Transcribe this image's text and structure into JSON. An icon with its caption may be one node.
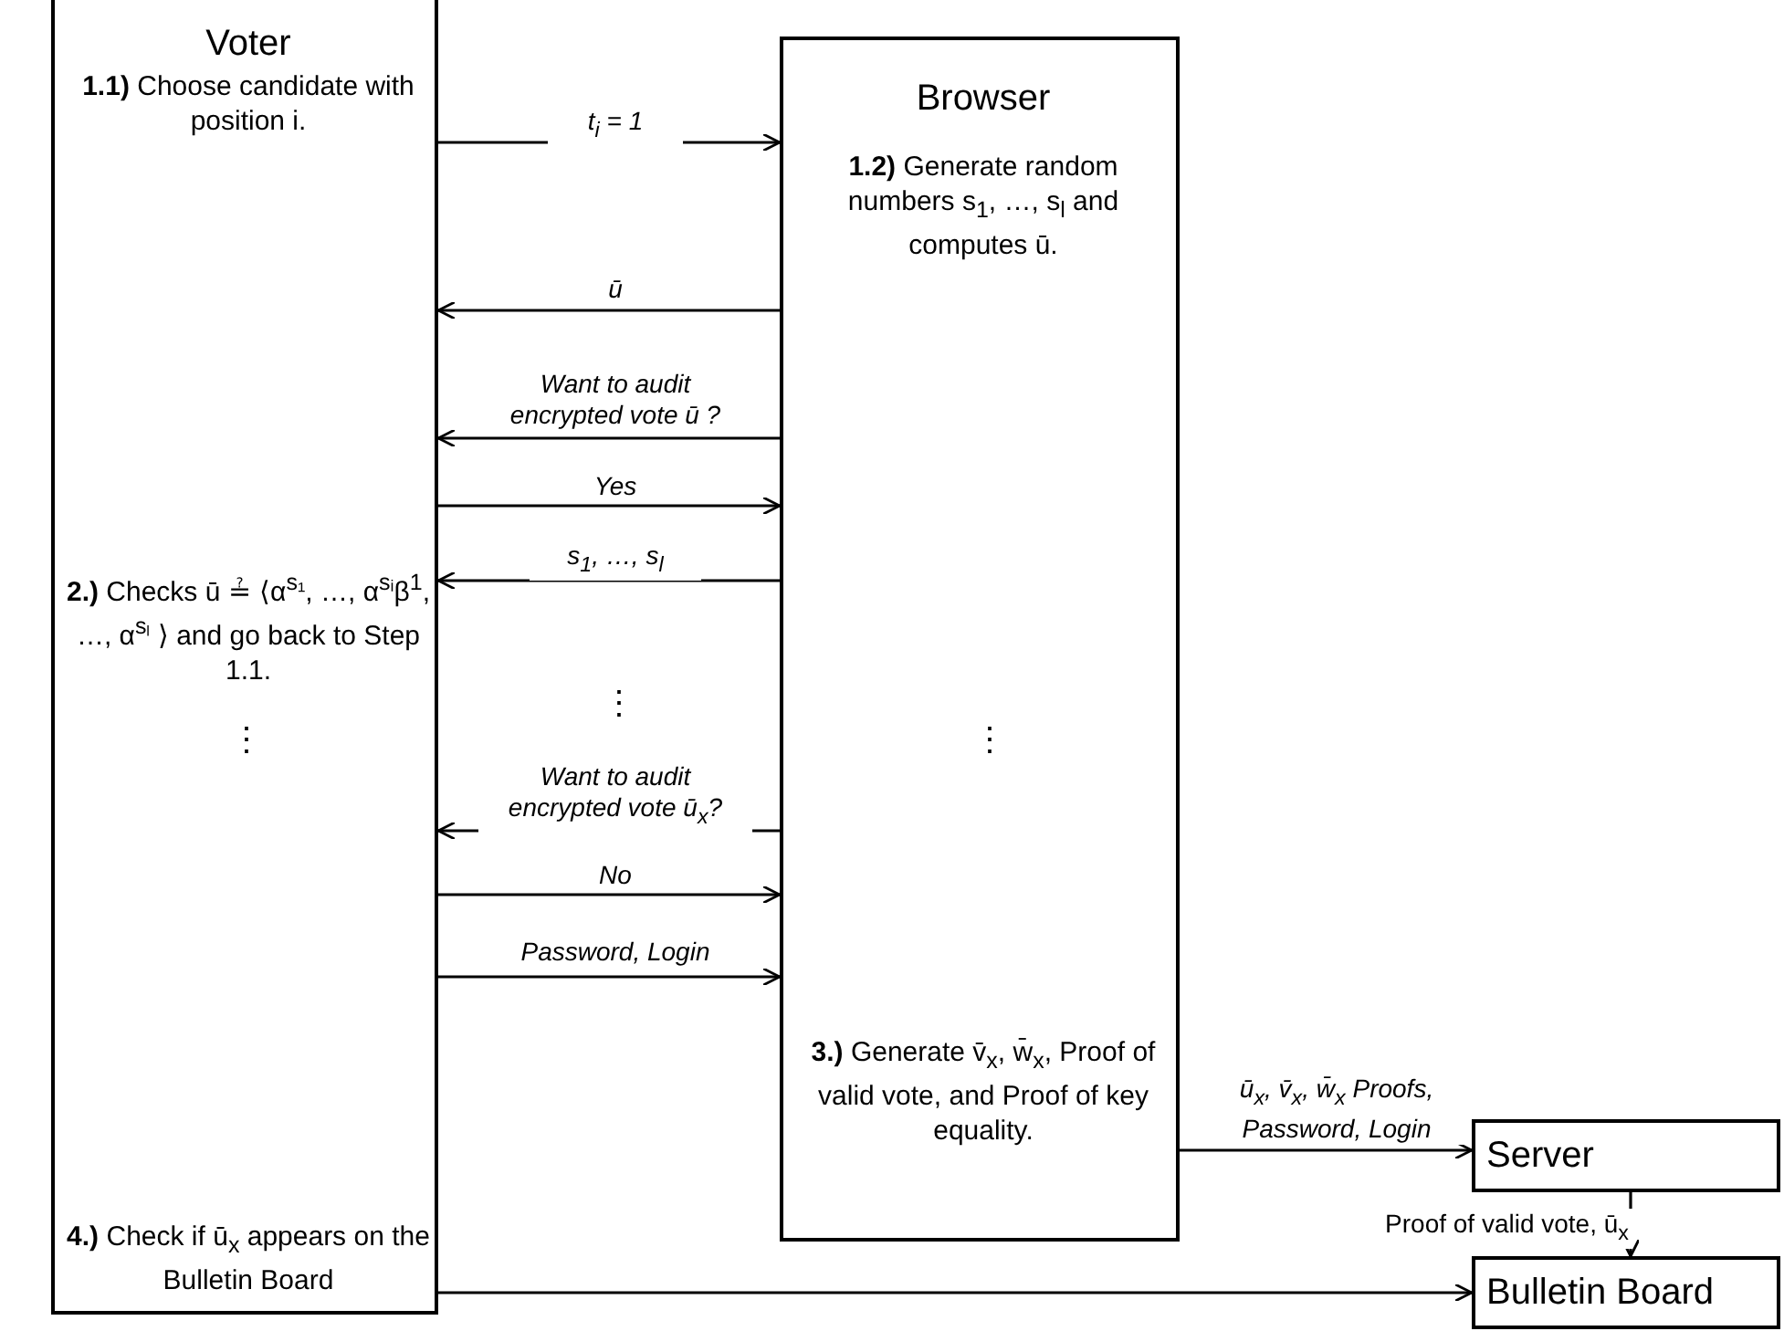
{
  "diagram": {
    "nodes": [
      {
        "text": [
          "Voter",
          "**1.1)** Choose candidate with position i.",
          "**2.)** Checks ū ≟ ⟨α$^{s₁}$, …, α$^{sᵢ}$β$^{1}$, …, α$^{sₗ}$ ⟩ and go back to Step 1.1.",
          "**4.)** Check if ū$_{x}$ appears on the Bulletin Board"
        ]
      },
      {
        "text": [
          "Browser",
          "**1.2)** Generate random numbers s$_{1}$, …, s$_{l}$ and computes ū.",
          "**3.)** Generate v̄$_{x}$, w̄$_{x}$, Proof of valid vote, and Proof of key equality."
        ]
      },
      {
        "text": [
          "Server"
        ]
      },
      {
        "text": [
          "Bulletin Board"
        ]
      }
    ],
    "edges": [
      {
        "from": 0,
        "to": 1,
        "arrow": "to",
        "label": "t$_{i}$ = 1"
      },
      {
        "from": 1,
        "to": 0,
        "arrow": "to",
        "label": "ū"
      },
      {
        "from": 1,
        "to": 0,
        "arrow": "to",
        "label": "Want to audit encrypted vote ū ?"
      },
      {
        "from": 0,
        "to": 1,
        "arrow": "to",
        "label": "Yes"
      },
      {
        "from": 1,
        "to": 0,
        "arrow": "to",
        "label": "s$_{1}$, …, s$_{l}$"
      },
      {
        "from": 1,
        "to": 0,
        "arrow": "to",
        "label": "Want to audit encrypted vote ū$_{x}$?"
      },
      {
        "from": 0,
        "to": 1,
        "arrow": "to",
        "label": "No"
      },
      {
        "from": 0,
        "to": 1,
        "arrow": "to",
        "label": "Password, Login"
      },
      {
        "from": 1,
        "to": 2,
        "arrow": "to",
        "label": "ū$_{x}$, v̄$_{x}$, w̄$_{x}$ Proofs, Password, Login"
      },
      {
        "from": 2,
        "to": 3,
        "arrow": "to",
        "label": "Proof of valid vote, ū$_{x}$"
      },
      {
        "from": 0,
        "to": 3,
        "arrow": "to"
      }
    ],
    "labels": [
      "⋮",
      "⋮",
      "⋮"
    ]
  }
}
